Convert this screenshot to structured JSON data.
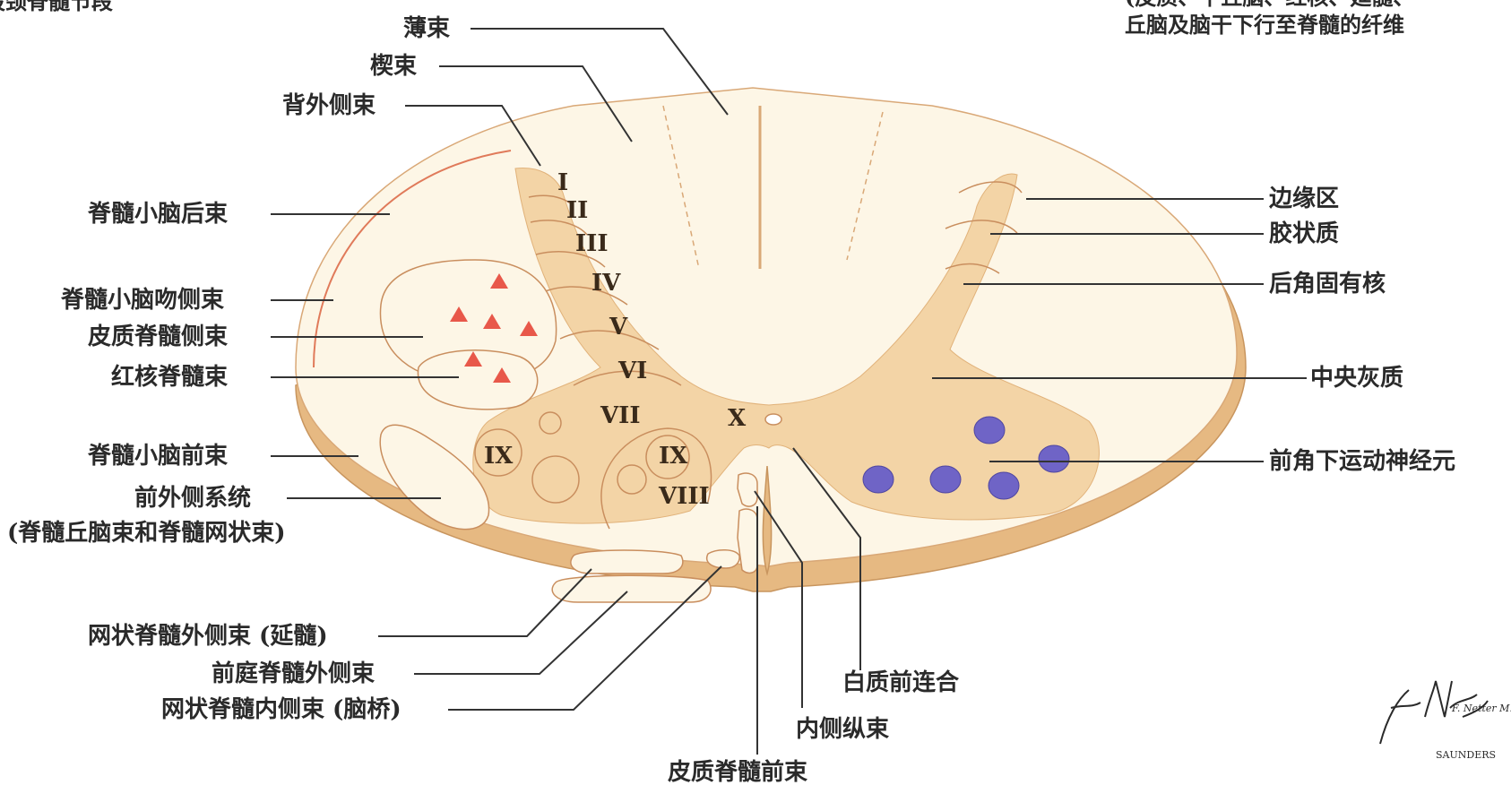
{
  "corner": {
    "top_left": "段颈脊髓节段",
    "top_right_line1": "(皮质、下丘脑、红核、延髓、",
    "top_right_line2": "丘脑及脑干下行至脊髓的纤维"
  },
  "labels_top": {
    "fasciculus_gracilis": "薄束",
    "fasciculus_cuneatus": "楔束",
    "dorsolateral_fasciculus": "背外侧束"
  },
  "labels_left": {
    "posterior_spinocerebellar": "脊髓小脑后束",
    "rostral_spinocerebellar": "脊髓小脑吻侧束",
    "lateral_corticospinal": "皮质脊髓侧束",
    "rubrospinal": "红核脊髓束",
    "anterior_spinocerebellar": "脊髓小脑前束",
    "anterolateral_system": "前外侧系统",
    "anterolateral_system_note": "(脊髓丘脑束和脊髓网状束)"
  },
  "labels_bottom": {
    "lateral_reticulospinal": "网状脊髓外侧束 (延髓)",
    "lateral_vestibulospinal": "前庭脊髓外侧束",
    "medial_reticulospinal": "网状脊髓内侧束 (脑桥)",
    "anterior_corticospinal": "皮质脊髓前束",
    "medial_longitudinal": "内侧纵束",
    "anterior_white_commissure": "白质前连合"
  },
  "labels_right": {
    "marginal_zone": "边缘区",
    "substantia_gelatinosa": "胶状质",
    "nucleus_proprius": "后角固有核",
    "central_gray": "中央灰质",
    "lower_motor_neurons": "前角下运动神经元"
  },
  "laminae": [
    "I",
    "II",
    "III",
    "IV",
    "V",
    "VI",
    "VII",
    "VIII",
    "IX",
    "IX",
    "X"
  ],
  "signature": {
    "name": "F. Netter M.D.",
    "publisher": "SAUNDERS"
  },
  "colors": {
    "white_matter": "#fdf6e6",
    "gray_matter": "#f3d4a6",
    "rim": "#e6b982",
    "laminae_lines": "#c98e5e",
    "tract_marker": "#e8584a",
    "motor_neuron": "#6f64c6"
  }
}
